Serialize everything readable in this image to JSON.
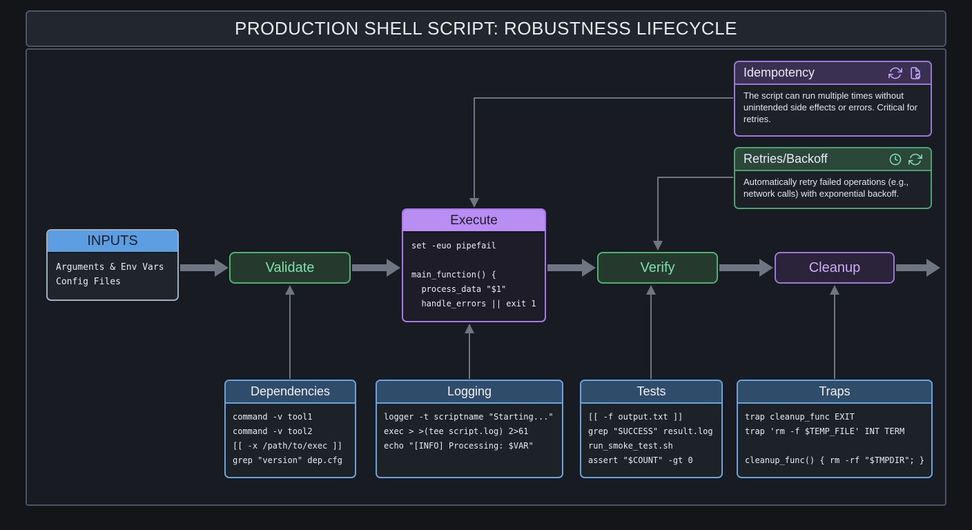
{
  "title": "PRODUCTION SHELL SCRIPT: ROBUSTNESS LIFECYCLE",
  "colors": {
    "background": "#141519",
    "panel_border": "#4c5564",
    "blue_accent": "#5d9de2",
    "green_accent": "#4fb172",
    "purple_accent": "#a87ae8",
    "callout_blue_border": "#6ba4dd",
    "arrow_gray": "#6e7583"
  },
  "nodes": {
    "inputs": {
      "title": "INPUTS",
      "code": [
        "Arguments & Env Vars",
        "Config Files"
      ]
    },
    "validate": {
      "label": "Validate"
    },
    "execute": {
      "title": "Execute",
      "code": [
        "set -euo pipefail",
        "",
        "main_function() {",
        "  process_data \"$1\"",
        "  handle_errors || exit 1"
      ]
    },
    "verify": {
      "label": "Verify"
    },
    "cleanup": {
      "label": "Cleanup"
    }
  },
  "callouts": {
    "idempotency": {
      "title": "Idempotency",
      "icons": [
        "refresh-icon",
        "file-check-icon"
      ],
      "body": "The script can run multiple times without unintended side effects or errors. Critical for retries."
    },
    "retries_backoff": {
      "title": "Retries/Backoff",
      "icons": [
        "clock-icon",
        "refresh-icon"
      ],
      "body": "Automatically retry failed operations (e.g., network calls) with exponential backoff."
    }
  },
  "practices": [
    {
      "title": "Dependencies",
      "code": [
        "command -v tool1",
        "command -v tool2",
        "[[ -x /path/to/exec ]]",
        "grep \"version\" dep.cfg"
      ]
    },
    {
      "title": "Logging",
      "code": [
        "logger -t scriptname \"Starting...\"",
        "exec > >(tee script.log) 2>61",
        "echo \"[INFO] Processing: $VAR\""
      ]
    },
    {
      "title": "Tests",
      "code": [
        "[[ -f output.txt ]]",
        "grep \"SUCCESS\" result.log",
        "run_smoke_test.sh",
        "assert \"$COUNT\" -gt 0"
      ]
    },
    {
      "title": "Traps",
      "code": [
        "trap cleanup_func EXIT",
        "trap 'rm -f $TEMP_FILE' INT TERM",
        "",
        "cleanup_func() { rm -rf \"$TMPDIR\"; }"
      ]
    }
  ]
}
